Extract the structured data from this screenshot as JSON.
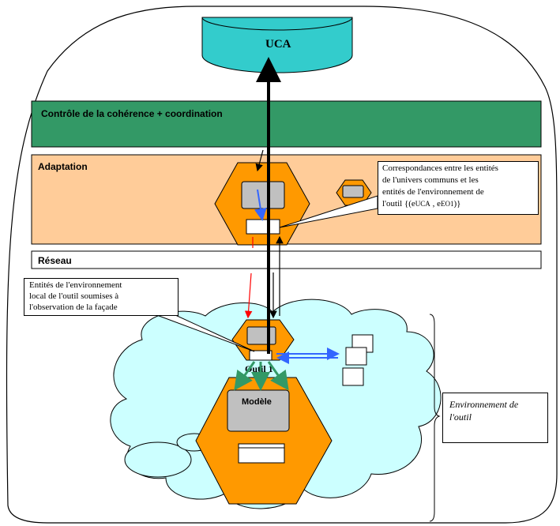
{
  "uca": {
    "label": "UCA"
  },
  "layers": {
    "coherence": "Contrôle de la cohérence + coordination",
    "adaptation": "Adaptation",
    "reseau": "Réseau"
  },
  "correspondance_note": {
    "line1": "Correspondances entre les entités",
    "line2": "de l'univers communs et les",
    "line3": "entités de l'environnement de",
    "line4_prefix": "l'outil {(e",
    "sub1": "UCA",
    "mid": " , e",
    "sub2": "EO1",
    "suffix": ")}"
  },
  "entities_note": {
    "line1": "Entités de l'environnement",
    "line2": "local de l'outil soumises à",
    "line3": "l'observation de la façade"
  },
  "tool": {
    "label": "Outil 1",
    "model_label": "Modèle"
  },
  "environment_note": {
    "line1": "Environnement de",
    "line2": "l'outil"
  },
  "colors": {
    "uca_fill": "#33cccc",
    "coherence_fill": "#339966",
    "adaptation_fill": "#ffcc99",
    "hexagon_fill": "#ff9900",
    "cloud_fill": "#ccffff",
    "inner_box_fill": "#c0c0c0",
    "blue_arrow": "#3366ff",
    "green_arrow": "#339966",
    "red_arrow": "#ff0000"
  }
}
